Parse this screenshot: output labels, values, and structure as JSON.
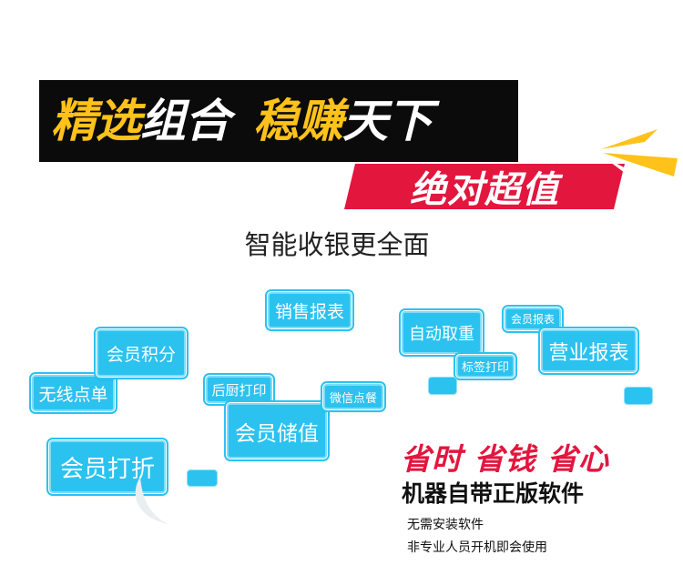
{
  "headline": {
    "part1": "精选",
    "part2": "组合",
    "part3": "稳赚",
    "part4": "天下"
  },
  "value_banner": "绝对超值",
  "subtitle": "智能收银更全面",
  "features": {
    "member_discount": "会员打折",
    "wireless_order": "无线点单",
    "member_points": "会员积分",
    "sales_report": "销售报表",
    "kitchen_print": "后厨打印",
    "member_stored_value": "会员储值",
    "wechat_order": "微信点餐",
    "auto_weigh": "自动取重",
    "member_report": "会员报表",
    "label_print": "标签打印",
    "business_report": "营业报表"
  },
  "slogan": "省时 省钱 省心",
  "machine_text": "机器自带正版软件",
  "notes": [
    "无需安装软件",
    "非专业人员开机即会使用"
  ],
  "colors": {
    "yellow": "#ffc21a",
    "black_banner": "#0b0b0b",
    "red": "#e3163e",
    "tag_blue": "#2bc2f0"
  }
}
